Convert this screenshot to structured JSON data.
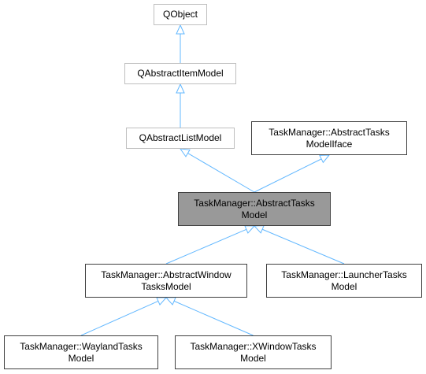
{
  "diagram": {
    "colors": {
      "edge": "#63b8ff",
      "external_border": "#bfbfbf",
      "border": "#404040",
      "current_fill": "#999999"
    },
    "nodes": [
      {
        "id": "qobject",
        "lines": [
          "QObject"
        ]
      },
      {
        "id": "qabstractitemmodel",
        "lines": [
          "QAbstractItemModel"
        ]
      },
      {
        "id": "qabstractlistmodel",
        "lines": [
          "QAbstractListModel"
        ]
      },
      {
        "id": "abstracttasksmodeliface",
        "lines": [
          "TaskManager::AbstractTasks",
          "ModelIface"
        ]
      },
      {
        "id": "abstracttasksmodel",
        "lines": [
          "TaskManager::AbstractTasks",
          "Model"
        ]
      },
      {
        "id": "abstractwindowtasksmodel",
        "lines": [
          "TaskManager::AbstractWindow",
          "TasksModel"
        ]
      },
      {
        "id": "launchertasksmodel",
        "lines": [
          "TaskManager::LauncherTasks",
          "Model"
        ]
      },
      {
        "id": "waylandtasksmodel",
        "lines": [
          "TaskManager::WaylandTasks",
          "Model"
        ]
      },
      {
        "id": "xwindowtasksmodel",
        "lines": [
          "TaskManager::XWindowTasks",
          "Model"
        ]
      }
    ],
    "edges": [
      {
        "from": "qabstractitemmodel",
        "to": "qobject"
      },
      {
        "from": "qabstractlistmodel",
        "to": "qabstractitemmodel"
      },
      {
        "from": "abstracttasksmodel",
        "to": "qabstractlistmodel"
      },
      {
        "from": "abstracttasksmodel",
        "to": "abstracttasksmodeliface"
      },
      {
        "from": "abstractwindowtasksmodel",
        "to": "abstracttasksmodel"
      },
      {
        "from": "launchertasksmodel",
        "to": "abstracttasksmodel"
      },
      {
        "from": "waylandtasksmodel",
        "to": "abstractwindowtasksmodel"
      },
      {
        "from": "xwindowtasksmodel",
        "to": "abstractwindowtasksmodel"
      }
    ]
  }
}
